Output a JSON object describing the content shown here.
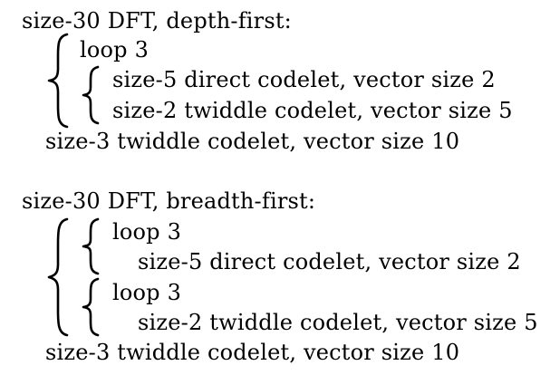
{
  "depth_first": {
    "heading": "size-30 DFT, depth-first:",
    "loop": "loop 3",
    "inner_1": "size-5 direct codelet, vector size 2",
    "inner_2": "size-2 twiddle codelet, vector size 5",
    "final": "size-3 twiddle codelet, vector size 10"
  },
  "breadth_first": {
    "heading": "size-30 DFT, breadth-first:",
    "loop_1": "loop 3",
    "inner_1": "size-5 direct codelet, vector size 2",
    "loop_2": "loop 3",
    "inner_2": "size-2 twiddle codelet, vector size 5",
    "final": "size-3 twiddle codelet, vector size 10"
  }
}
